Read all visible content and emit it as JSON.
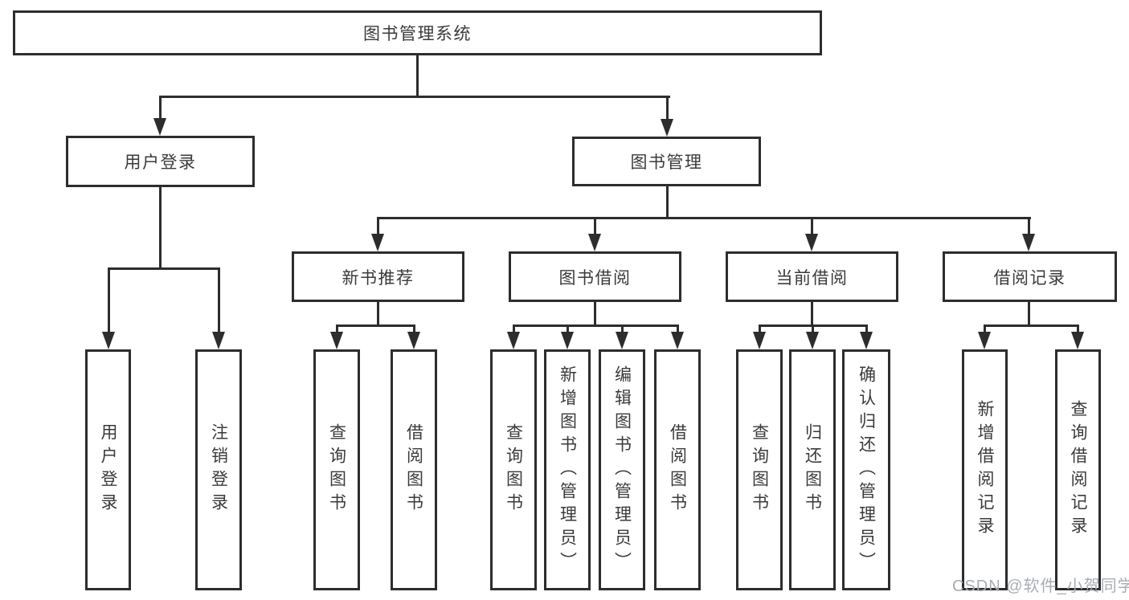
{
  "diagram": {
    "root": "图书管理系统",
    "level2": {
      "user_login": "用户登录",
      "book_management": "图书管理"
    },
    "level3": {
      "new_book_recommend": "新书推荐",
      "book_borrow": "图书借阅",
      "current_borrow": "当前借阅",
      "borrow_records": "借阅记录"
    },
    "leaves": {
      "user_login": [
        "用户登录",
        "注销登录"
      ],
      "new_book_recommend": [
        "查询图书",
        "借阅图书"
      ],
      "book_borrow": [
        "查询图书",
        "新增图书（管理员）",
        "编辑图书（管理员）",
        "借阅图书"
      ],
      "current_borrow": [
        "查询图书",
        "归还图书",
        "确认归还（管理员）"
      ],
      "borrow_records": [
        "新增借阅记录",
        "查询借阅记录"
      ]
    }
  },
  "watermark": {
    "text": "CSDN @软件_小贺同学"
  },
  "colors": {
    "line": "#2d2d2d",
    "text": "#3a3a3a",
    "watermark": "#a8adb4",
    "background": "#ffffff"
  }
}
